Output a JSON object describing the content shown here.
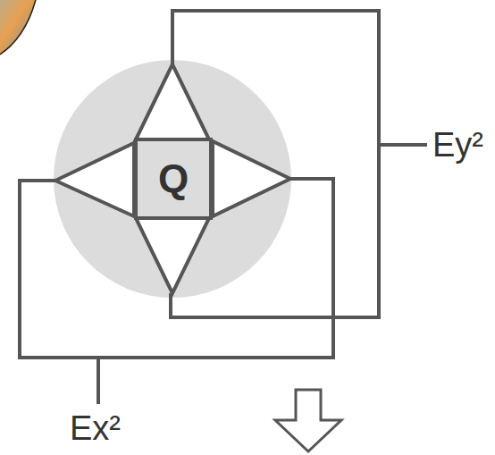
{
  "diagram": {
    "nodes": [
      {
        "text": [
          "Q"
        ]
      }
    ],
    "labels": [
      "Ey²",
      "Ex²"
    ]
  }
}
